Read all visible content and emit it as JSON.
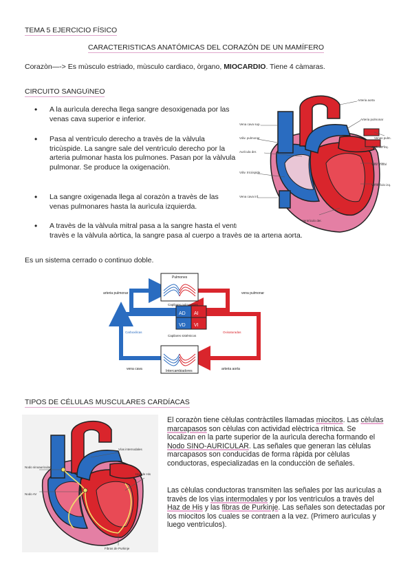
{
  "header": {
    "topic": "TEMA 5 EJERCICIO FÍSICO"
  },
  "title": "CARACTERISTICAS ANATÓMICAS DEL CORAZÓN DE UN MAMÍFERO",
  "intro": {
    "lead": "Corazòn—-> Es mùsculo estriado, mùsculo cardiaco, òrgano, ",
    "emph": "MIOCARDIO",
    "tail": ". Tiene 4 càmaras."
  },
  "circuit": {
    "heading": "CIRCUITO SANGUìNEO",
    "bullets": [
      "A la aurìcula derecha llega sangre desoxigenada por las venas cava superior e inferior.",
      "Pasa al ventrìculo derecho a travès de la vàlvula tricùspide. La sangre sale del ventrìculo derecho por la arteria pulmonar hasta los pulmones. Pasan por la vàlvula pulmonar. Se produce la oxigenaciòn.",
      "La sangre oxigenada llega al corazòn a travès de las venas pulmonares hasta la aurìcula izquierda.",
      "A travès de la vàlvula mitral pasa a la sangre hasta el ventrìculo izquierdo y posteriormente, a travès e la vàlvula aòrtica, la sangre pasa al cuerpo a travès de la arteria aorta."
    ],
    "closing": "Es un sistema cerrado o continuo doble."
  },
  "heart1_labels": [
    "Arteria aorta",
    "Arteria pulmonar",
    "Venas pulmonares",
    "Vena cava superior",
    "Válvula pulmonar",
    "Aurícula izquierda",
    "Aurícula derecha",
    "Válvula mitral",
    "Válvula tricúspide",
    "Ventrículo izquierdo",
    "Ventrículo derecho",
    "Vena cava inferior"
  ],
  "circ_diagram": {
    "pulmones": "Pulmones",
    "capilares_pulmonares": "Capilares pulmonares",
    "capilares_sistemicos": "Capilares sistémicos",
    "intercambiadores": "Intercambiadores",
    "arteria_pulmonar": "arteria pulmonar",
    "vena_pulmonar": "vena pulmonar",
    "carboxilicas": "Carboxilicas",
    "oxisaturadas": "Oxisaturadas",
    "vena_cava": "vena cava",
    "arteria_aorta": "arteria aorta",
    "AD": "AD",
    "AI": "AI",
    "VD": "VD",
    "VI": "VI"
  },
  "cells": {
    "heading": "TIPOS DE CÉLULAS MUSCULARES CARDÍACAS",
    "p1_a": "El corazòn tiene cèlulas contràctiles llamadas ",
    "p1_b": "miocitos",
    "p1_c": ". Las ",
    "p1_d": "cèlulas marcapasos",
    "p1_e": " son cèlulas con actividad elèctrica rìtmica. Se localizan en la parte superior de la aurìcula derecha formando el ",
    "p1_f": "Nodo SINO-AURICULAR",
    "p1_g": ". Las señales que generan las cèlulas marcapasos son conducidas de forma ràpida por cèlulas conductoras, especializadas en la conducciòn de señales.",
    "p2_a": "Las cèlulas conductoras transmiten las señales por las aurìculas a travès de los ",
    "p2_b": "vìas intermodales",
    "p2_c": " y por los ventrìculos a travès del ",
    "p2_d": "Haz de His",
    "p2_e": " y las ",
    "p2_f": "fibras de Purkinje",
    "p2_g": ". Las señales son detectadas por los miocitos los cuales se contraen a la vez. (Primero aurìculas y luego ventrìculos)."
  },
  "heart2_labels": [
    "Nodo sinoauricular",
    "Vías internodales",
    "Nodo auriculoventricular",
    "Haz de His",
    "Fibras de Purkinje"
  ],
  "colors": {
    "accent_pink": "#e7a9cf",
    "blood_red": "#d9252c",
    "blood_blue": "#2a6cc0"
  }
}
